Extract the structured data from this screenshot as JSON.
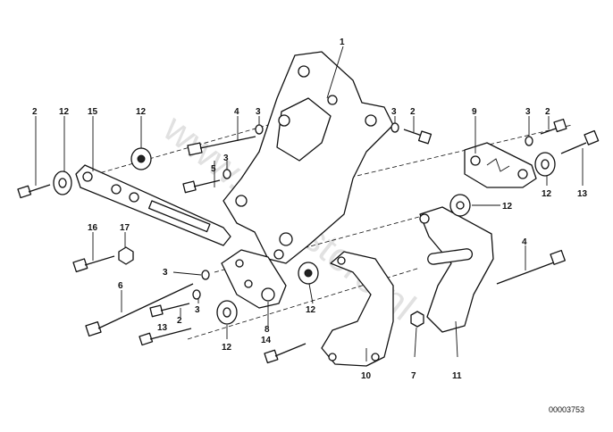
{
  "watermark": "www.bmwstore.nl",
  "reference_number": "00003753",
  "callouts": {
    "c1": "1",
    "c2a": "2",
    "c2b": "2",
    "c2c": "2",
    "c2d": "2",
    "c3a": "3",
    "c3b": "3",
    "c3c": "3",
    "c3d": "3",
    "c3e": "3",
    "c4a": "4",
    "c4b": "4",
    "c5": "5",
    "c6": "6",
    "c7": "7",
    "c8": "8",
    "c9": "9",
    "c10": "10",
    "c11": "11",
    "c12a": "12",
    "c12b": "12",
    "c12c": "12",
    "c12d": "12",
    "c12e": "12",
    "c12f": "12",
    "c13a": "13",
    "c13b": "13",
    "c14": "14",
    "c15": "15",
    "c16": "16",
    "c17": "17"
  }
}
